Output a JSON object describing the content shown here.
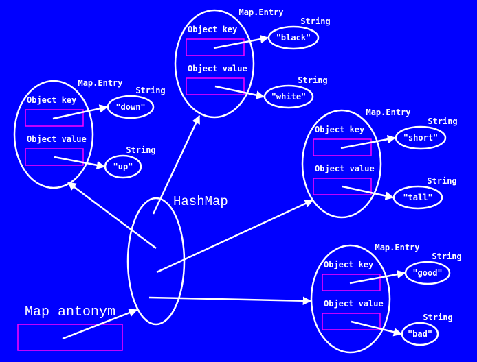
{
  "hashmap": {
    "label": "HashMap"
  },
  "variable": {
    "label": "Map antonym"
  },
  "entries": [
    {
      "title": "Map.Entry",
      "key_label": "Object key",
      "value_label": "Object value",
      "key_type": "String",
      "key": "\"down\"",
      "value_type": "String",
      "value": "\"up\""
    },
    {
      "title": "Map.Entry",
      "key_label": "Object key",
      "value_label": "Object value",
      "key_type": "String",
      "key": "\"black\"",
      "value_type": "String",
      "value": "\"white\""
    },
    {
      "title": "Map.Entry",
      "key_label": "Object key",
      "value_label": "Object value",
      "key_type": "String",
      "key": "\"short\"",
      "value_type": "String",
      "value": "\"tall\""
    },
    {
      "title": "Map.Entry",
      "key_label": "Object key",
      "value_label": "Object value",
      "key_type": "String",
      "key": "\"good\"",
      "value_type": "String",
      "value": "\"bad\""
    }
  ],
  "colors": {
    "background": "#0000ff",
    "stroke": "#ffffff",
    "box": "#ff00ff"
  }
}
